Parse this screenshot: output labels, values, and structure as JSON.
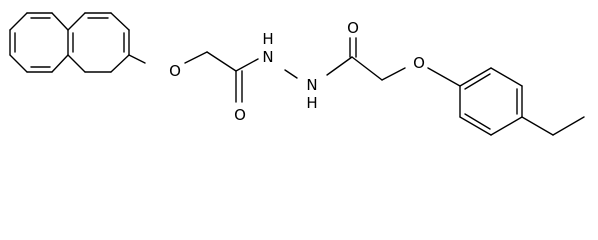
{
  "molecule": {
    "atoms": {
      "o_ether_left": "O",
      "o_carbonyl_left": "O",
      "nh_left": "H",
      "n_left": "N",
      "nh_right": "H",
      "n_right": "N",
      "o_carbonyl_right": "O",
      "o_ether_right": "O"
    }
  }
}
